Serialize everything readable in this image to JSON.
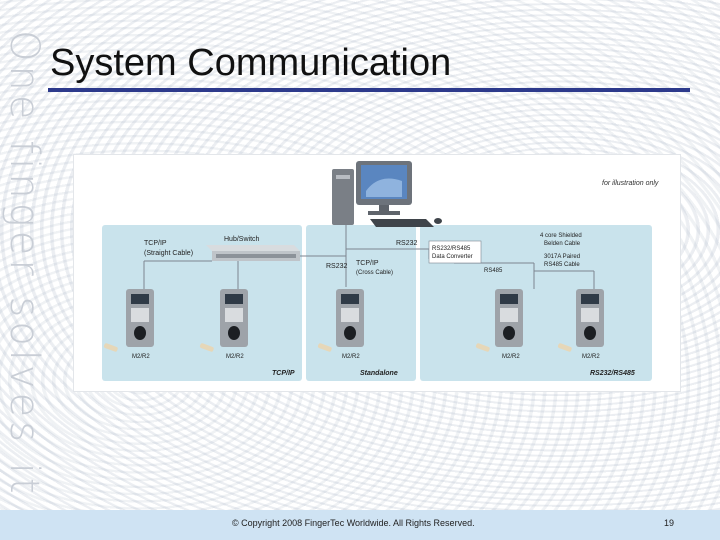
{
  "watermark": "One finger solves it all",
  "slide_title": "System Communication",
  "diagram": {
    "note": "for illustration only",
    "hub_switch": "Hub/Switch",
    "tcpip_straight_1": "TCP/IP",
    "tcpip_straight_2": "(Straight Cable)",
    "rs232_top": "RS232",
    "rs232_left": "RS232",
    "tcpip_cross_1": "TCP/IP",
    "tcpip_cross_2": "(Cross Cable)",
    "converter_1": "RS232/RS485",
    "converter_2": "Data Converter",
    "rs485": "RS485",
    "cable1_1": "4 core Shielded",
    "cable1_2": "Belden Cable",
    "cable2_1": "3017A Paired",
    "cable2_2": "RS485 Cable",
    "device_label": "M2/R2",
    "section_tcpip": "TCP/IP",
    "section_standalone": "Standalone",
    "section_rs": "RS232/RS485"
  },
  "footer": {
    "copyright": "© Copyright 2008 FingerTec Worldwide. All Rights Reserved.",
    "page_number": "19"
  },
  "colors": {
    "title_rule": "#2d3a8c",
    "panel": "#c9e3ec",
    "footer": "#cfe3f3"
  }
}
